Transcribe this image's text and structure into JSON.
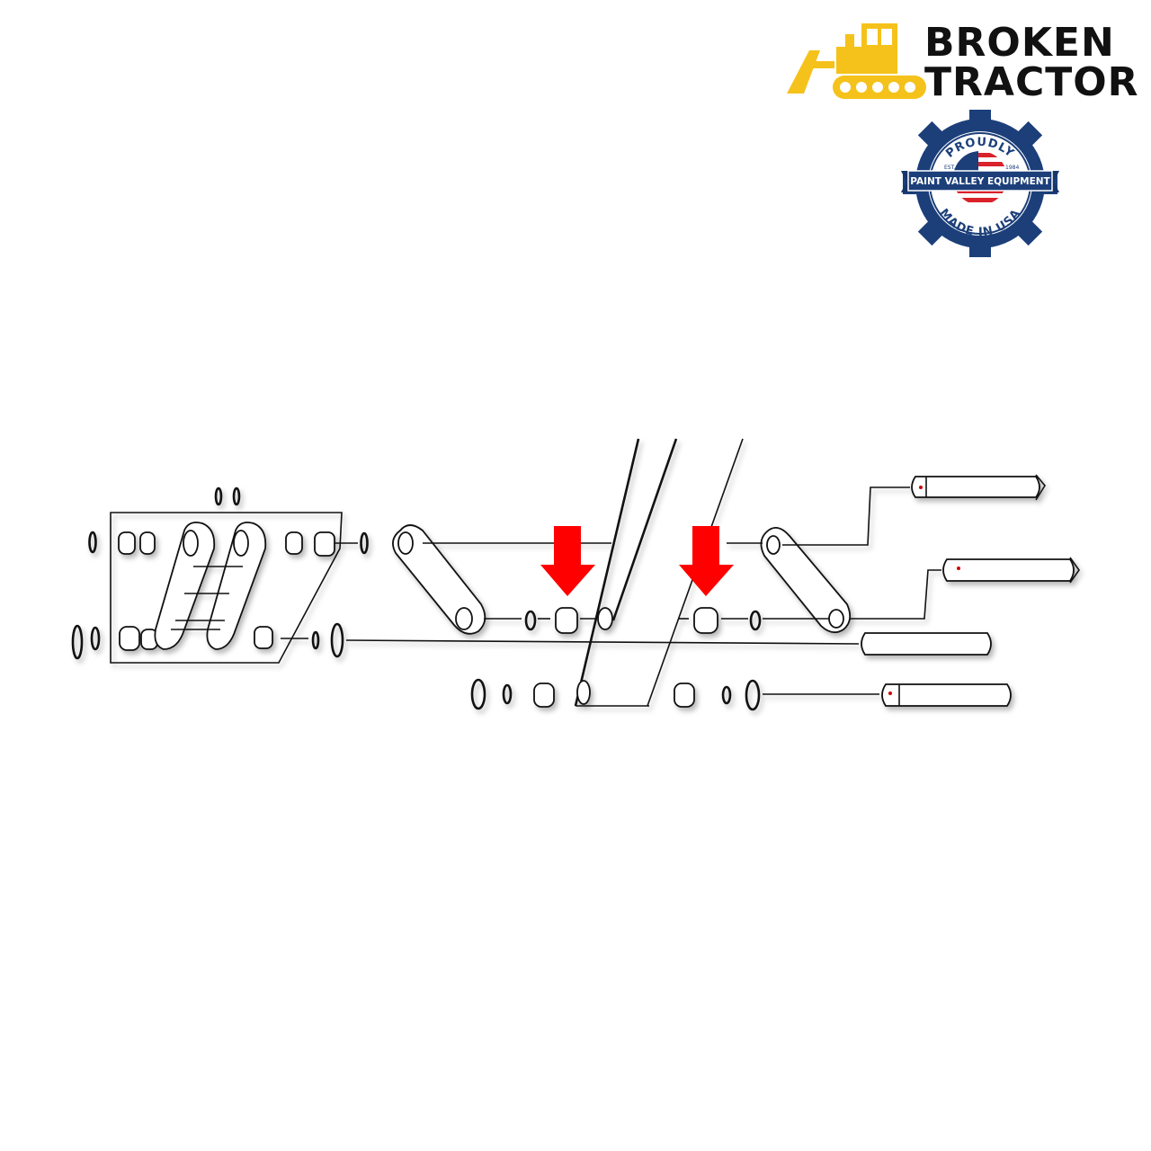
{
  "brand": {
    "line1": "BROKEN",
    "line2": "TRACTOR",
    "logo_color": "#F5C21B"
  },
  "badge": {
    "top_text": "PROUDLY",
    "banner_text": "PAINT VALLEY EQUIPMENT",
    "est_text": "EST.",
    "year_text": "1984",
    "bottom_text": "MADE IN USA",
    "gear_color": "#1C3F7A"
  },
  "diagram": {
    "highlight_color": "#FF0000",
    "highlight_arrows": 2
  }
}
